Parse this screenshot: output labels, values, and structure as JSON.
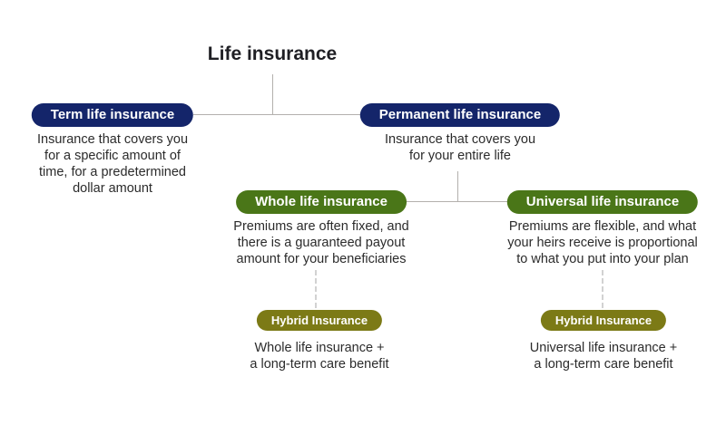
{
  "title": "Life insurance",
  "colors": {
    "navy": "#14256a",
    "green": "#4a7618",
    "olive": "#7c7a16",
    "connector": "#b3b0ad",
    "dotted": "#d2d2d2",
    "text": "#2b2b2b",
    "title": "#1f1f24"
  },
  "nodes": {
    "term": {
      "label": "Term life insurance",
      "desc_lines": [
        "Insurance that covers you",
        "for a specific amount of",
        "time, for a predetermined",
        "dollar amount"
      ]
    },
    "permanent": {
      "label": "Permanent life insurance",
      "desc_lines": [
        "Insurance that covers you",
        "for your entire life"
      ]
    },
    "whole": {
      "label": "Whole life insurance",
      "desc_lines": [
        "Premiums are often fixed, and",
        "there is a guaranteed payout",
        "amount for your beneficiaries"
      ]
    },
    "universal": {
      "label": "Universal life insurance",
      "desc_lines": [
        "Premiums are flexible, and what",
        "your heirs receive is proportional",
        "to what you put into your plan"
      ]
    },
    "hybrid_whole": {
      "label": "Hybrid Insurance",
      "desc_lines": [
        "Whole life insurance +",
        "a long-term care benefit"
      ]
    },
    "hybrid_universal": {
      "label": "Hybrid Insurance",
      "desc_lines": [
        "Universal life insurance +",
        "a long-term care benefit"
      ]
    }
  }
}
